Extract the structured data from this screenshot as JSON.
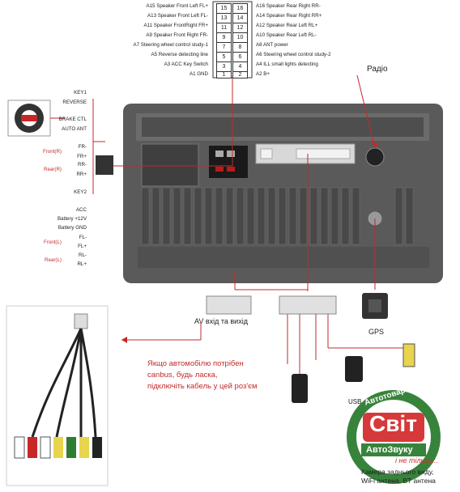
{
  "connector": {
    "left_pins": [
      {
        "num": "15",
        "label": "A15 Speaker Front Left FL+"
      },
      {
        "num": "13",
        "label": "A13 Speaker Front Left FL-"
      },
      {
        "num": "11",
        "label": "A11 Speaker FrontRight FR+"
      },
      {
        "num": "9",
        "label": "A9 Speaker Front Right FR-"
      },
      {
        "num": "7",
        "label": "A7 Steering wheel control study-1"
      },
      {
        "num": "5",
        "label": "A5 Reverse detecting line"
      },
      {
        "num": "3",
        "label": "A3 ACC Key Switch"
      },
      {
        "num": "1",
        "label": "A1 GND"
      }
    ],
    "right_pins": [
      {
        "num": "16",
        "label": "A16 Speaker Rear Right RR-"
      },
      {
        "num": "14",
        "label": "A14 Speaker Rear Right RR+"
      },
      {
        "num": "12",
        "label": "A12 Speaker Rear Left RL+"
      },
      {
        "num": "10",
        "label": "A10 Speaker Rear Left RL-"
      },
      {
        "num": "8",
        "label": "A8 ANT power"
      },
      {
        "num": "6",
        "label": "A6 Steering wheel control study-2"
      },
      {
        "num": "4",
        "label": "A4 ILL small lights detecting"
      },
      {
        "num": "2",
        "label": "A2 B+"
      }
    ]
  },
  "harness": {
    "top": [
      "KEY1",
      "REVERSE",
      "BRAKE CTL",
      "AUTO ANT"
    ],
    "front_label": "Front(R)",
    "front_r": [
      "FR-",
      "FR+"
    ],
    "rear_label": "Rear(R)",
    "rear_r": [
      "RR-",
      "RR+"
    ],
    "key2": "KEY2",
    "power": [
      "ACC",
      "Battery +12V",
      "Battery GND"
    ],
    "front_l_label": "Front(L)",
    "front_l": [
      "FL-",
      "FL+"
    ],
    "rear_l_label": "Rear(L)",
    "rear_l": [
      "RL-",
      "RL+"
    ]
  },
  "labels": {
    "radio": "Радіо",
    "av": "AV вхід та вихід",
    "gps": "GPS",
    "canbus_note": [
      "Якщо автомобілю потрібен",
      "canbus, будь ласка,",
      "підключіть кабель у цей роз'єм"
    ],
    "usb": "USB",
    "bottom_text": [
      "Камера заднього виду,",
      "WiFi антена, BT антена"
    ]
  },
  "watermark": {
    "arc_text": "Автотовари",
    "main": "Світ",
    "sub": "АвтоЗвуку",
    "slogan": "і не тільки..."
  },
  "colors": {
    "accent_red": "#c62828",
    "device_grey": "#4a4a4a",
    "logo_green": "#2e7d32",
    "logo_red": "#d32f2f"
  }
}
